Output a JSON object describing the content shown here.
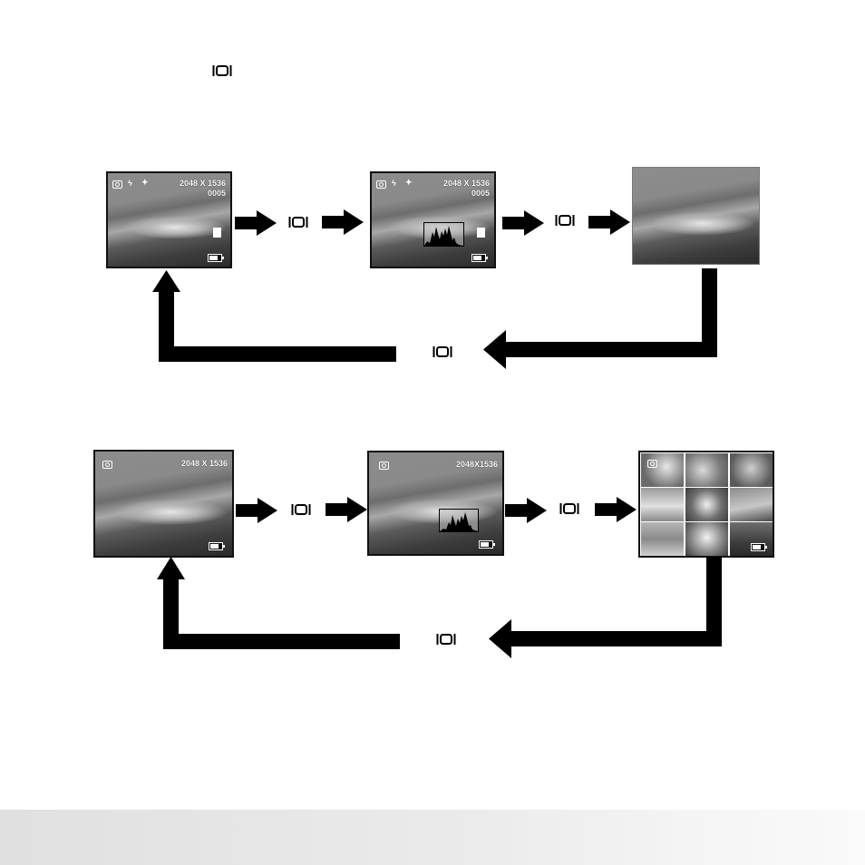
{
  "display_button_label": "DISPLAY",
  "section1": {
    "screen1": {
      "resolution": "2048 X 1536",
      "counter": "0005"
    },
    "screen2": {
      "resolution": "2048 X 1536",
      "counter": "0005"
    }
  },
  "section2": {
    "screen1": {
      "resolution": "2048 X 1536"
    },
    "screen2": {
      "resolution": "2048X1536"
    }
  },
  "icons": [
    "display-button-icon",
    "camera-mode-icon",
    "flash-mode-icon",
    "white-balance-icon",
    "battery-icon",
    "histogram",
    "arrow-right-icon",
    "loop-arrow"
  ]
}
